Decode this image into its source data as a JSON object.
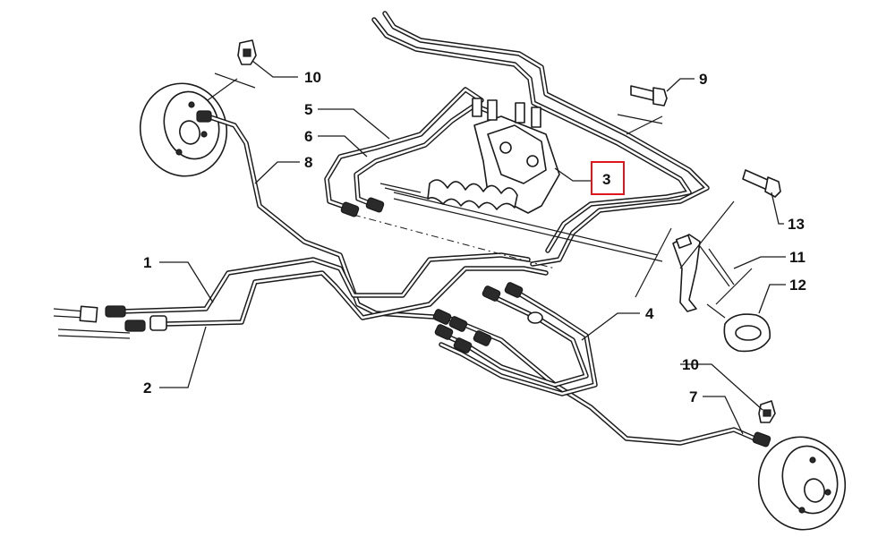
{
  "diagram": {
    "callouts": [
      {
        "id": "c1",
        "text": "1"
      },
      {
        "id": "c2",
        "text": "2"
      },
      {
        "id": "c3",
        "text": "3",
        "highlighted": true
      },
      {
        "id": "c4",
        "text": "4"
      },
      {
        "id": "c5",
        "text": "5"
      },
      {
        "id": "c6",
        "text": "6"
      },
      {
        "id": "c7",
        "text": "7"
      },
      {
        "id": "c8",
        "text": "8"
      },
      {
        "id": "c9",
        "text": "9"
      },
      {
        "id": "c10a",
        "text": "10"
      },
      {
        "id": "c10b",
        "text": "10"
      },
      {
        "id": "c11",
        "text": "11"
      },
      {
        "id": "c12",
        "text": "12"
      },
      {
        "id": "c13",
        "text": "13"
      }
    ],
    "highlight_color": "#e0161d",
    "line_color": "#1a1a1a"
  }
}
